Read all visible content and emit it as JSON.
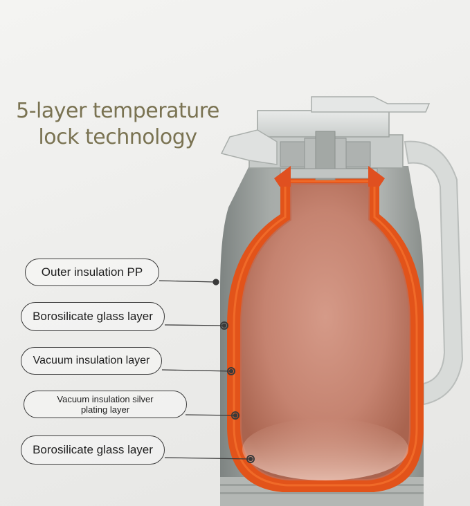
{
  "headline": {
    "line1": "5-layer temperature",
    "line2": "lock technology"
  },
  "labels": [
    {
      "text": "Outer insulation PP"
    },
    {
      "text": "Borosilicate glass layer"
    },
    {
      "text": "Vacuum insulation layer"
    },
    {
      "line1": "Vacuum insulation silver",
      "line2": "plating layer"
    },
    {
      "text": "Borosilicate glass layer"
    }
  ],
  "colors": {
    "headline": "#7a7352",
    "leader_line": "#3a3a3a",
    "outer_shell": "#9ea3a0",
    "inner_layer": "#e04a12",
    "liner": "#c27e6c"
  }
}
